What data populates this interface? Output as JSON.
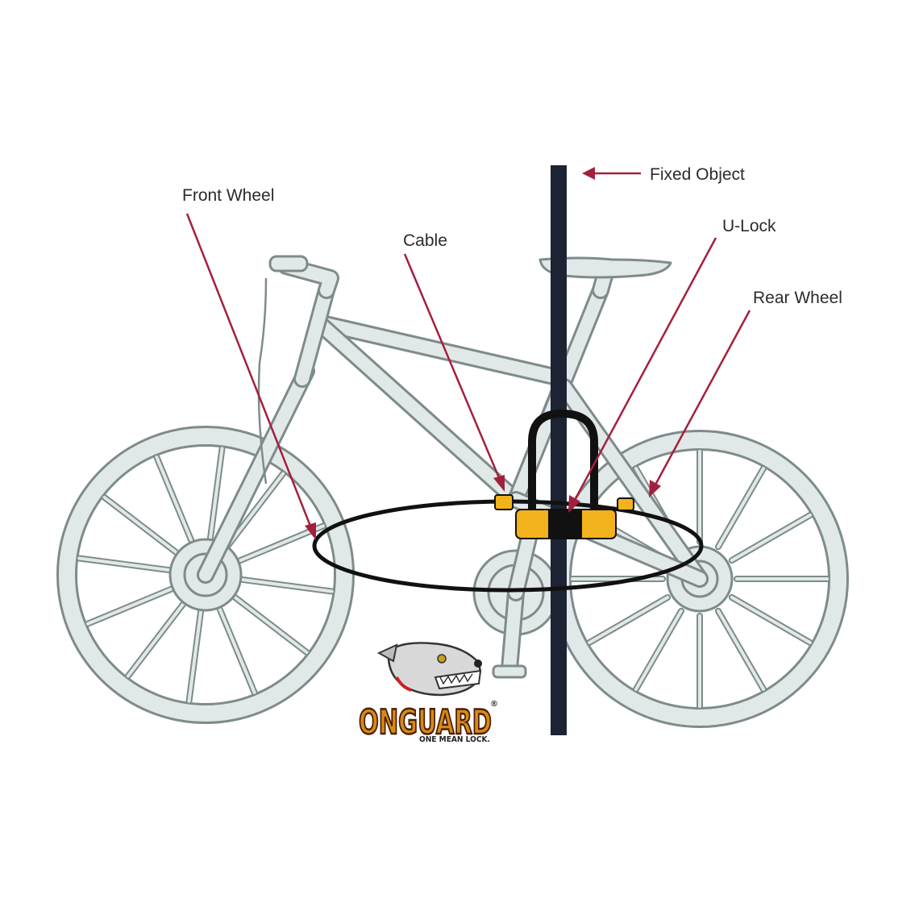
{
  "labels": {
    "front_wheel": "Front Wheel",
    "cable": "Cable",
    "fixed_object": "Fixed Object",
    "u_lock": "U-Lock",
    "rear_wheel": "Rear Wheel"
  },
  "logo": {
    "brand": "ONGUARD",
    "tagline": "ONE MEAN LOCK.",
    "registered_mark": "®"
  },
  "colors": {
    "arrow": "#a3203d",
    "bike": "#e1e8e8",
    "post": "#1c2433",
    "lock_yellow": "#f2b21c",
    "cable": "#111111"
  }
}
